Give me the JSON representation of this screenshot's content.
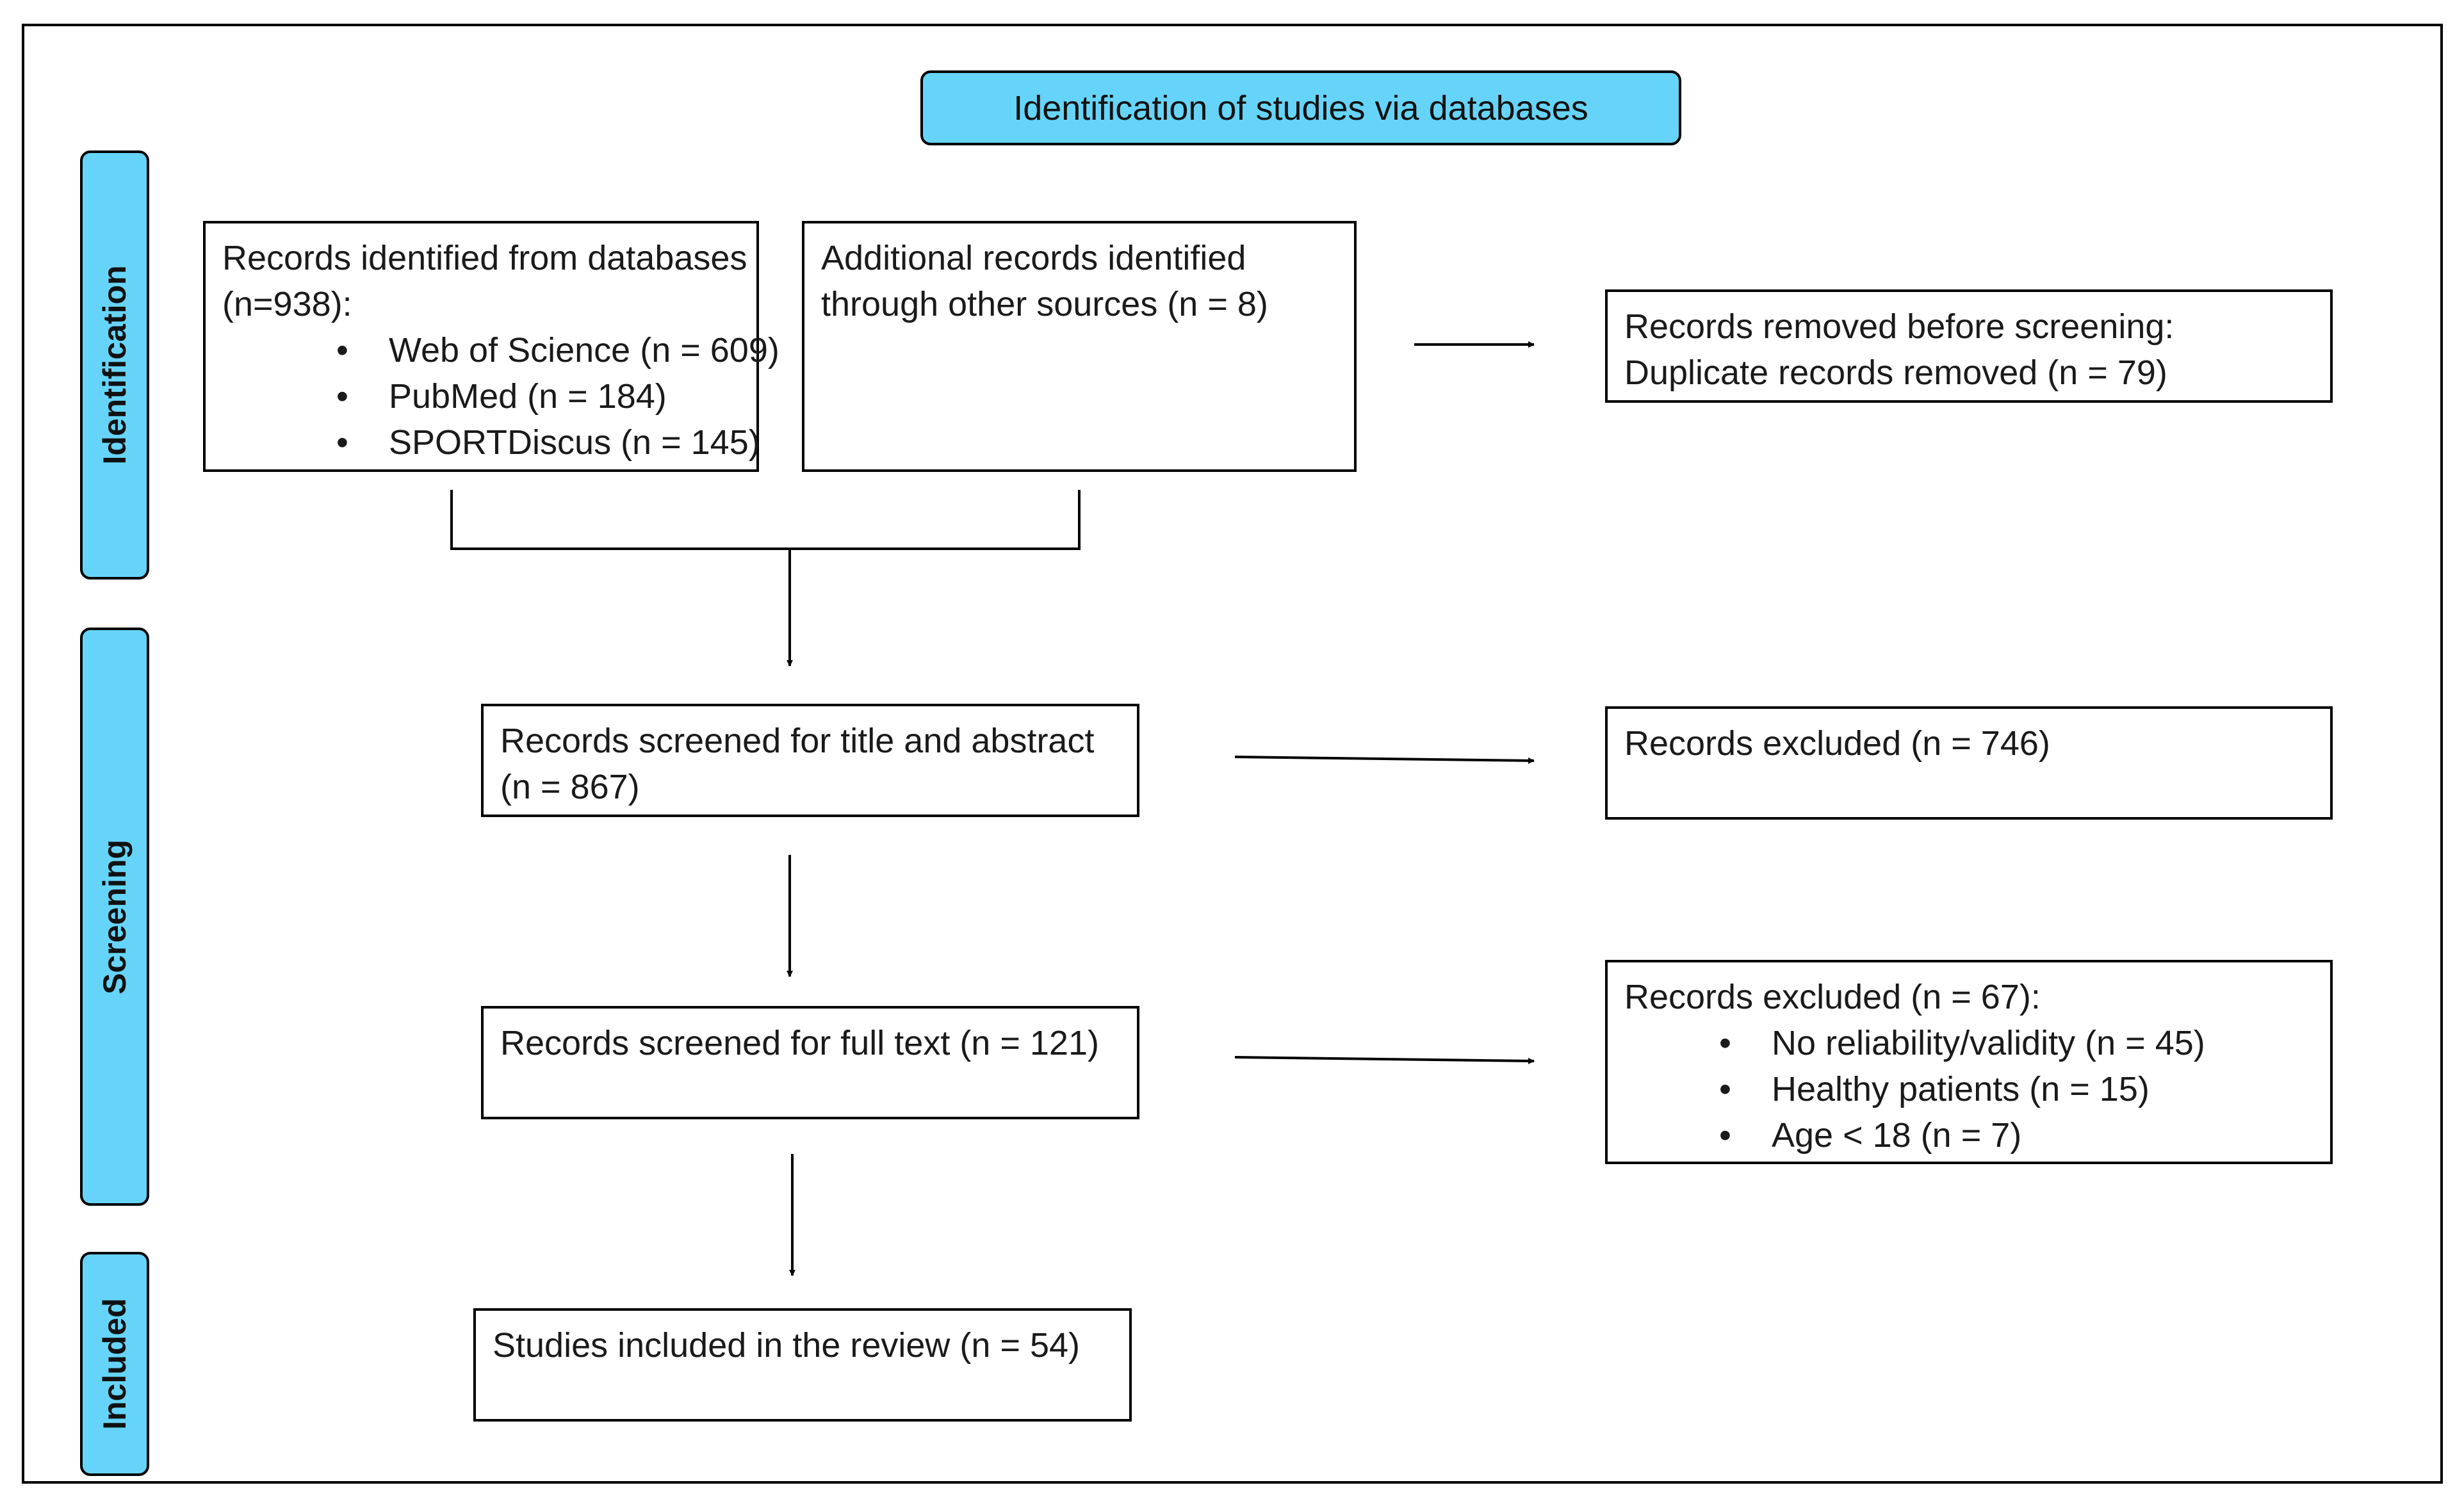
{
  "header": {
    "title": "Identification of studies via databases"
  },
  "phases": {
    "identification": "Identification",
    "screening": "Screening",
    "included": "Included"
  },
  "boxes": {
    "databases": {
      "lines": [
        "Records identified from databases",
        "(n=938):"
      ],
      "items": [
        "Web of Science (n = 609)",
        "PubMed (n = 184)",
        "SPORTDiscus (n = 145)"
      ]
    },
    "other_sources": {
      "lines": [
        "Additional records identified",
        "through other sources (n = 8)"
      ]
    },
    "removed": {
      "lines": [
        "Records removed before screening:",
        "Duplicate records removed (n = 79)"
      ]
    },
    "screened_title": {
      "lines": [
        "Records screened for title and abstract",
        "(n = 867)"
      ]
    },
    "excluded_title": {
      "lines": [
        "Records excluded (n = 746)"
      ]
    },
    "screened_full": {
      "lines": [
        "Records screened for full text (n = 121)"
      ]
    },
    "excluded_full": {
      "lines": [
        "Records excluded (n = 67):"
      ],
      "items": [
        "No reliability/validity (n = 45)",
        "Healthy patients (n = 15)",
        "Age < 18 (n = 7)"
      ]
    },
    "included": {
      "lines": [
        "Studies included in the review (n = 54)"
      ]
    }
  },
  "colors": {
    "accent": "#66d4f8",
    "border": "#000000"
  }
}
